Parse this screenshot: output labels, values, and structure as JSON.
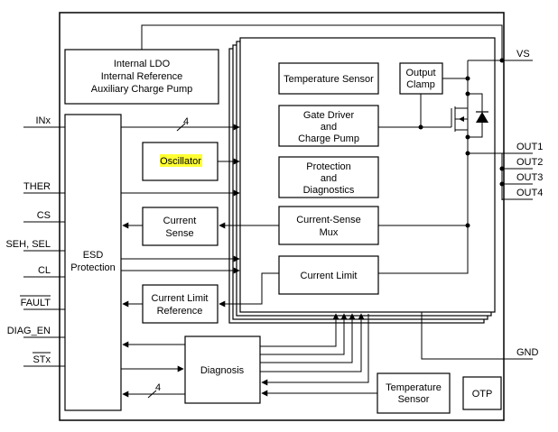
{
  "blocks": {
    "ldo": [
      "Internal LDO",
      "Internal Reference",
      "Auxiliary Charge Pump"
    ],
    "esd": [
      "ESD",
      "Protection"
    ],
    "oscillator": "Oscillator",
    "current_sense": [
      "Current",
      "Sense"
    ],
    "current_limit_ref": [
      "Current Limit",
      "Reference"
    ],
    "diagnosis": "Diagnosis",
    "temp_sensor_top": "Temperature Sensor",
    "output_clamp": [
      "Output",
      "Clamp"
    ],
    "gate_driver": [
      "Gate Driver",
      "and",
      "Charge Pump"
    ],
    "protection_diag": [
      "Protection",
      "and",
      "Diagnostics"
    ],
    "current_sense_mux": [
      "Current-Sense",
      "Mux"
    ],
    "current_limit": "Current Limit",
    "temp_sensor_bottom": [
      "Temperature",
      "Sensor"
    ],
    "otp": "OTP"
  },
  "pins_left": [
    "INx",
    "THER",
    "CS",
    "SEH, SEL",
    "CL",
    "FAULT",
    "DIAG_EN",
    "STx"
  ],
  "pins_right": [
    "VS",
    "OUT1",
    "OUT2",
    "OUT3",
    "OUT4",
    "GND"
  ],
  "bus_labels": {
    "inx_bus": "4",
    "stx_bus": "4"
  },
  "colors": {
    "highlight": "#ffff33",
    "line": "#000000"
  }
}
